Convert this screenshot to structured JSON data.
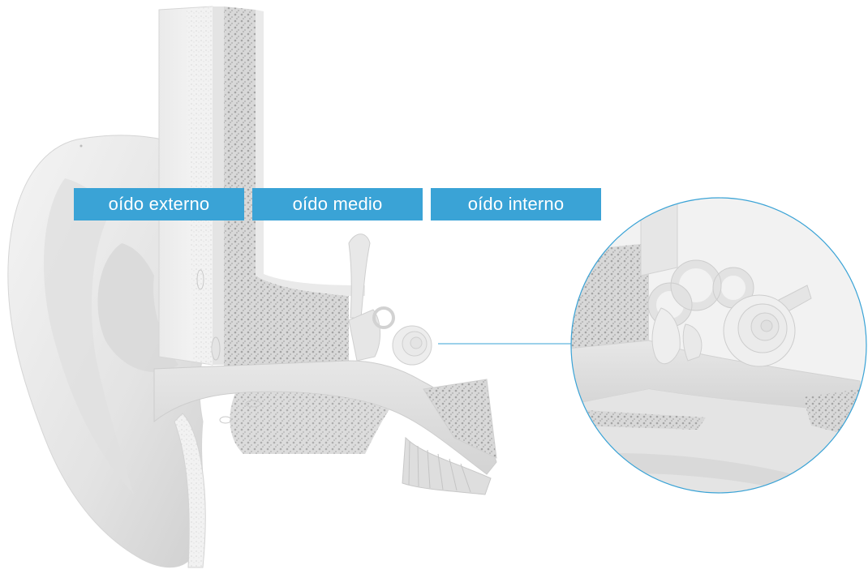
{
  "labels": {
    "outer_ear": "oído externo",
    "middle_ear": "oído medio",
    "inner_ear": "oído interno"
  },
  "colors": {
    "label_background": "#3aa3d6",
    "label_text": "#ffffff",
    "leader_line": "#3aa3d6",
    "anatomy_light": "#ededed",
    "anatomy_shade": "#cfcfcf",
    "bone_texture": "#9c9c9c"
  },
  "illustration": {
    "subject": "ear-cross-section",
    "magnified_detail": "inner-ear-cochlea-and-semicircular-canals"
  }
}
